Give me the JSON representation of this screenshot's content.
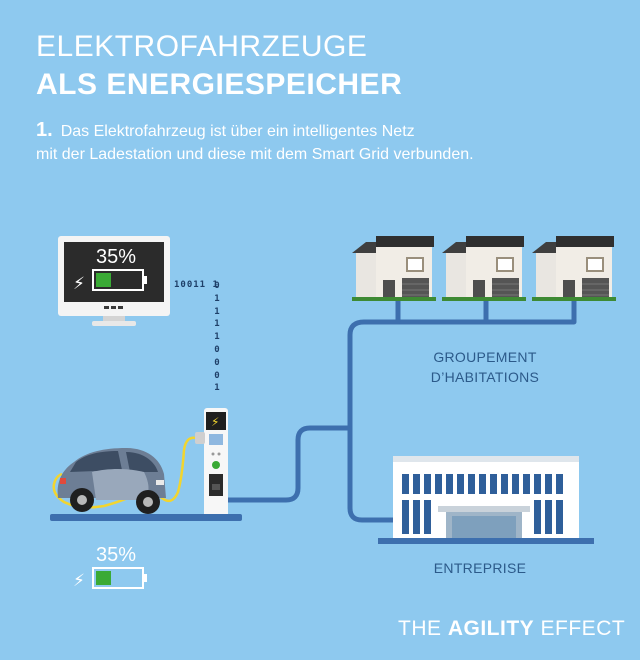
{
  "header": {
    "title_line1": "ELEKTROFAHRZEUGE",
    "title_line2": "ALS ENERGIESPEICHER",
    "step_number": "1.",
    "step_line1": "Das Elektrofahrzeug ist über ein intelligentes Netz",
    "step_line2": "mit der Ladestation und diese mit dem Smart Grid verbunden."
  },
  "monitor": {
    "charge_label": "35%",
    "charge_level": 0.35
  },
  "car_battery": {
    "charge_label": "35%",
    "charge_level": 0.35
  },
  "data_stream": {
    "horizontal": "10011 1",
    "vertical": "0\n1\n1\n1\n1\n0\n0\n0\n1"
  },
  "labels": {
    "homes_line1": "GROUPEMENT",
    "homes_line2": "D’HABITATIONS",
    "enterprise": "ENTREPRISE"
  },
  "brand": {
    "prefix": "THE ",
    "strong": "AGILITY",
    "suffix": " EFFECT"
  },
  "colors": {
    "background": "#8ec9ef",
    "wire": "#3d6fae",
    "cable": "#f2d52f",
    "battery_fill": "#3aaa35",
    "label_text": "#2c5a8a"
  }
}
